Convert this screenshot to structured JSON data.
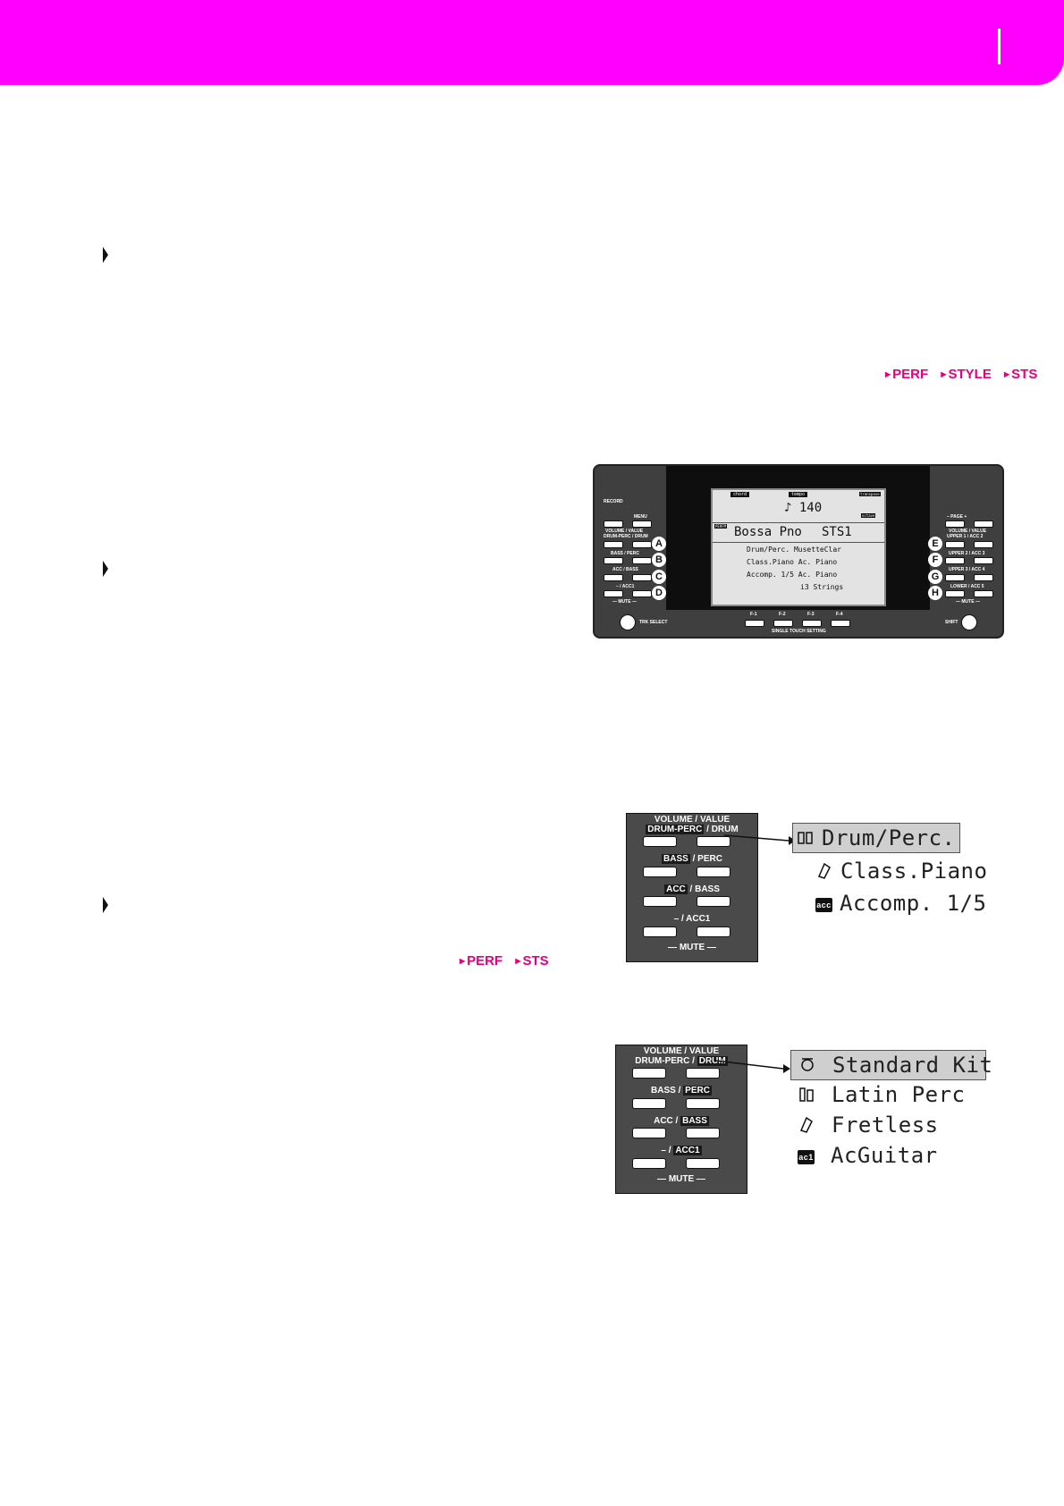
{
  "header": {
    "accent_color": "#ff00ff"
  },
  "tags_row1": [
    "PERF",
    "STYLE",
    "STS"
  ],
  "tags_row2": [
    "PERF",
    "STS"
  ],
  "panel": {
    "record_label": "RECORD",
    "menu_label": "MENU",
    "vol_label": "VOLUME / VALUE",
    "drum_label": "DRUM-PERC / DRUM",
    "bass_label": "BASS / PERC",
    "acc_label": "ACC / BASS",
    "acc1_label": "– / ACC1",
    "mute_label": "— MUTE —",
    "page_label": "–  PAGE  +",
    "upper1_label": "UPPER 1 / ACC 2",
    "upper2_label": "UPPER 2 / ACC 3",
    "upper3_label": "UPPER 3 / ACC 4",
    "lower_label": "LOWER / ACC 5",
    "trk_select": "TRK SELECT",
    "shift": "SHIFT",
    "f1": "F-1",
    "f2": "F-2",
    "f3": "F-3",
    "f4": "F-4",
    "single_touch": "SINGLE TOUCH SETTING",
    "letters_left": [
      "A",
      "B",
      "C",
      "D"
    ],
    "letters_right": [
      "E",
      "F",
      "G",
      "H"
    ]
  },
  "lcd": {
    "chord_tag": "chord",
    "tempo_tag": "tempo",
    "transpose_tag": "transpose",
    "octave_tag": "octave",
    "tempo": "♪ 140",
    "perf_tag": "PERFM",
    "performance": "Bossa Pno",
    "sts": "STS1",
    "row1": "Drum/Perc.  MusetteClar",
    "row2": "Class.Piano Ac. Piano",
    "row3": "Accomp. 1/5 Ac. Piano",
    "row4": "i3 Strings"
  },
  "fig2": {
    "vol_label": "VOLUME / VALUE",
    "drum_label_a": "DRUM-PERC",
    "drum_label_b": "/ DRUM",
    "bass_a": "BASS",
    "bass_b": "/ PERC",
    "acc_a": "ACC",
    "acc_b": "/ BASS",
    "acc1": "– / ACC1",
    "mute": "— MUTE —",
    "tracks": [
      "Drum/Perc.",
      "Class.Piano",
      "Accomp. 1/5"
    ],
    "acc_icon": "acc"
  },
  "fig3": {
    "vol_label": "VOLUME / VALUE",
    "drum_label_a": "DRUM-PERC /",
    "drum_label_b": "DRUM",
    "bass_a": "BASS /",
    "bass_b": "PERC",
    "acc_a": "ACC /",
    "acc_b": "BASS",
    "acc1_a": "– /",
    "acc1_b": "ACC1",
    "mute": "— MUTE —",
    "tracks": [
      "Standard Kit",
      "Latin Perc",
      "Fretless",
      "AcGuitar"
    ],
    "acc_icon": "ac1"
  }
}
